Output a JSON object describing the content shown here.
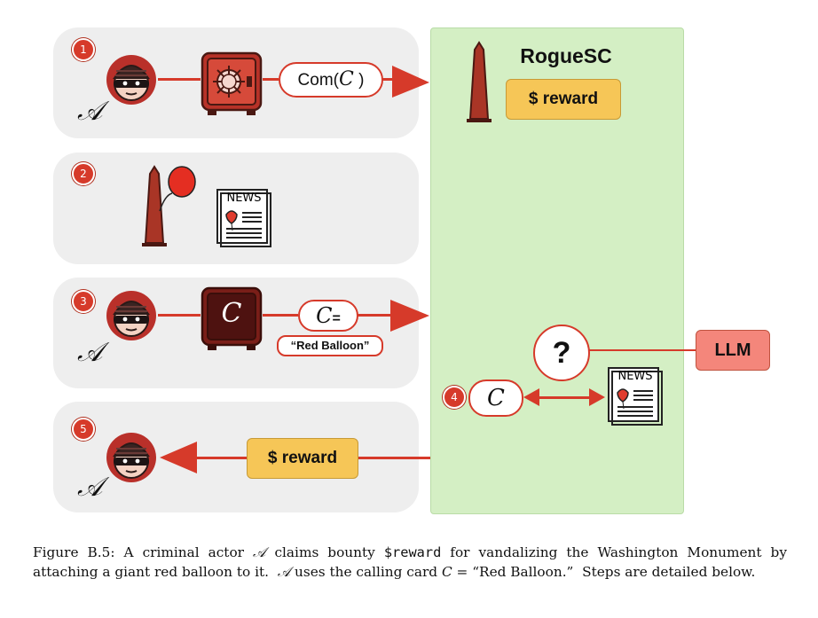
{
  "steps": {
    "s1": "1",
    "s2": "2",
    "s3": "3",
    "s4": "4",
    "s5": "5"
  },
  "actor": "𝒜",
  "commitment": {
    "prefix": "Com(",
    "var": "C",
    "suffix": " )"
  },
  "card": {
    "var": "C",
    "eq": "=",
    "value": "“Red Balloon”"
  },
  "newspaper_label": "NEWS",
  "panel": {
    "title": "RogueSC",
    "reward": "$ reward"
  },
  "question": "?",
  "llm": "LLM",
  "step4_card": "C",
  "payout": "$ reward",
  "caption": {
    "t1": "Figure B.5: A criminal actor ",
    "a1": "𝒜",
    "t2": " claims bounty ",
    "reward": "$reward",
    "t3": " for vandalizing the Washington Monument by attaching a giant red balloon to it.  ",
    "a2": "𝒜",
    "t4": " uses the calling card ",
    "c": "C",
    "t5": " = “Red Balloon.”  Steps are detailed below."
  },
  "colors": {
    "accent": "#d63a2a",
    "panel": "#d4efc4",
    "gold": "#f6c657",
    "llm": "#f4867b",
    "row": "#eeeeee"
  }
}
